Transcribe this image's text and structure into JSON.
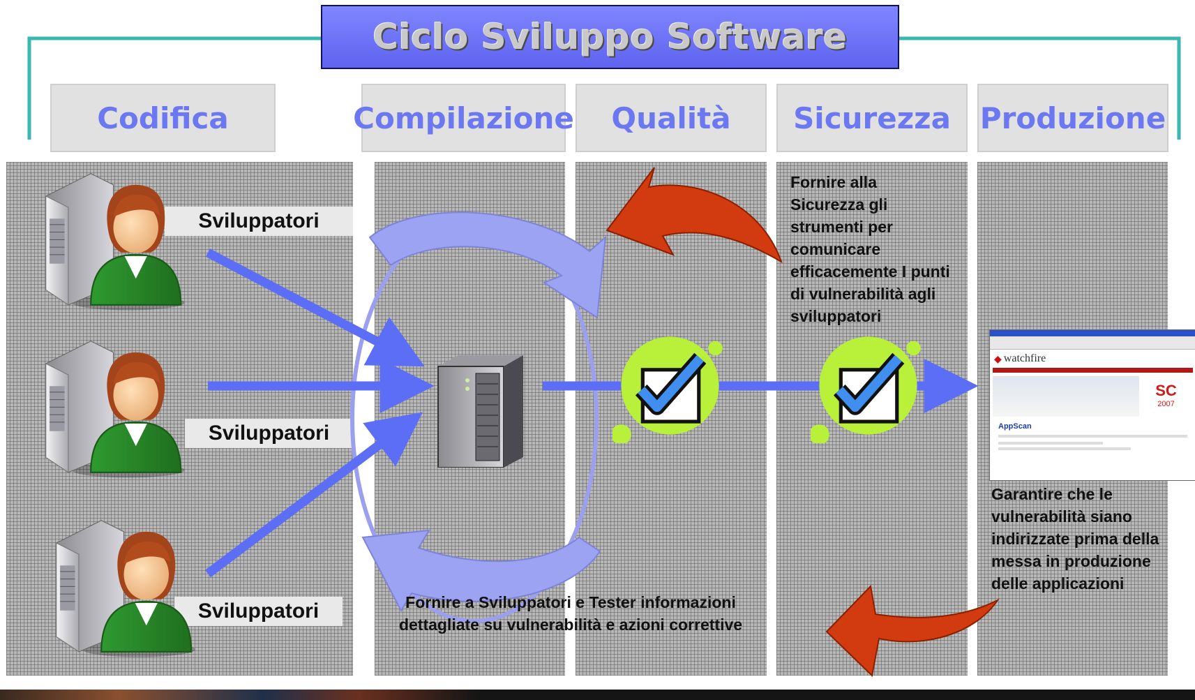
{
  "title": "Ciclo Sviluppo Software",
  "phases": [
    {
      "label": "Codifica"
    },
    {
      "label": "Compilazione"
    },
    {
      "label": "Qualità"
    },
    {
      "label": "Sicurezza"
    },
    {
      "label": "Produzione"
    }
  ],
  "developers": [
    {
      "label": "Sviluppatori"
    },
    {
      "label": "Sviluppatori"
    },
    {
      "label": "Sviluppatori"
    }
  ],
  "notes": {
    "security": "Fornire alla Sicurezza gli strumenti per comunicare efficacemente I punti di vulnerabilità agli sviluppatori",
    "quality": "Fornire a Sviluppatori e Tester informazioni dettagliate su vulnerabilità e azioni correttive",
    "production": "Garantire che le vulnerabilità siano indirizzate prima della messa in produzione delle applicazioni"
  },
  "screenshot": {
    "brand": "watchfire",
    "product": "AppScan",
    "award": "SC",
    "award_year": "2007"
  },
  "colors": {
    "accent_blue": "#5b6ef5",
    "phase_text": "#6b78f2",
    "red_arrow": "#d23a10",
    "teal_bracket": "#39b7b0",
    "check_green": "#b9f03a"
  }
}
